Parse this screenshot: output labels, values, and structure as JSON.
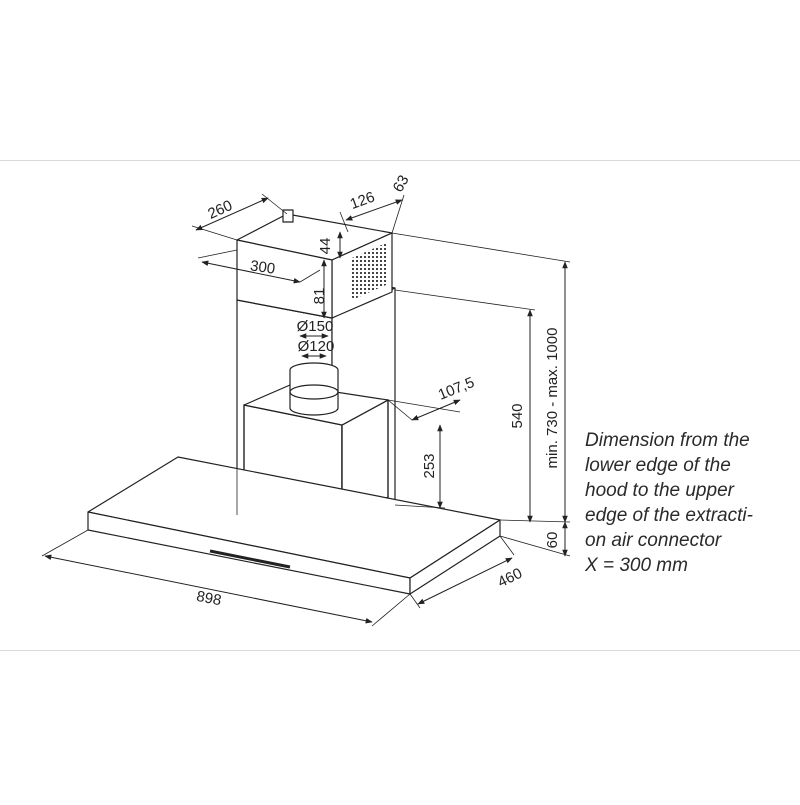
{
  "dimensions": {
    "top_depth": "260",
    "top_width": "300",
    "offset_126": "126",
    "offset_63": "63",
    "height_44": "44",
    "height_81": "81",
    "dia_150": "Ø150",
    "dia_120": "Ø120",
    "offset_107": "107,5",
    "height_253": "253",
    "height_540": "540",
    "height_range": "min. 730 - max. 1000",
    "height_60": "60",
    "hood_width": "898",
    "hood_depth": "460"
  },
  "note": {
    "lines": [
      "Dimension from the",
      "lower edge of the",
      "hood to the upper",
      "edge of the extracti-",
      "on air connector",
      "X = 300 mm"
    ]
  },
  "colors": {
    "line": "#222222",
    "fill": "#ffffff",
    "grille": "#444444",
    "frame": "#d9d9d9"
  }
}
